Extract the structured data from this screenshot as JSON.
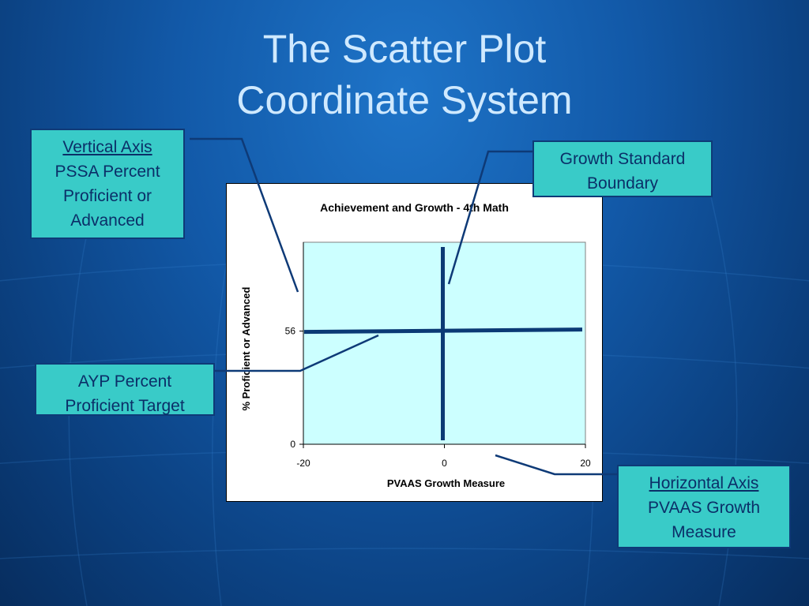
{
  "slide": {
    "title_line1": "The Scatter Plot",
    "title_line2": "Coordinate System"
  },
  "callouts": {
    "vertical_axis": {
      "heading": "Vertical Axis",
      "line1": "PSSA Percent",
      "line2": "Proficient or",
      "line3": "Advanced"
    },
    "growth_boundary": {
      "line1": "Growth Standard",
      "line2": "Boundary"
    },
    "ayp_target": {
      "line1": "AYP Percent",
      "line2": "Proficient Target"
    },
    "horizontal_axis": {
      "heading": "Horizontal Axis",
      "line1": "PVAAS Growth",
      "line2": "Measure"
    }
  },
  "colors": {
    "callout_fill": "#39cbc8",
    "callout_border": "#0e3a77",
    "plot_fill": "#ccffff",
    "boundary_line": "#0b3a75"
  },
  "chart_data": {
    "type": "scatter",
    "title": "Achievement and Growth - 4th Math",
    "xlabel": "PVAAS Growth Measure",
    "ylabel": "% Proficient or Advanced",
    "xlim": [
      -20,
      20
    ],
    "ylim": [
      0,
      100
    ],
    "x_ticks": [
      -20,
      0,
      20
    ],
    "y_ticks": [
      0,
      56
    ],
    "x_tick_labels": [
      "-20",
      "0",
      "20"
    ],
    "y_tick_labels": [
      "0",
      "56"
    ],
    "reference_lines": [
      {
        "orientation": "horizontal",
        "y": 56
      },
      {
        "orientation": "vertical",
        "x": 0
      }
    ],
    "grid": false,
    "legend": "none"
  }
}
